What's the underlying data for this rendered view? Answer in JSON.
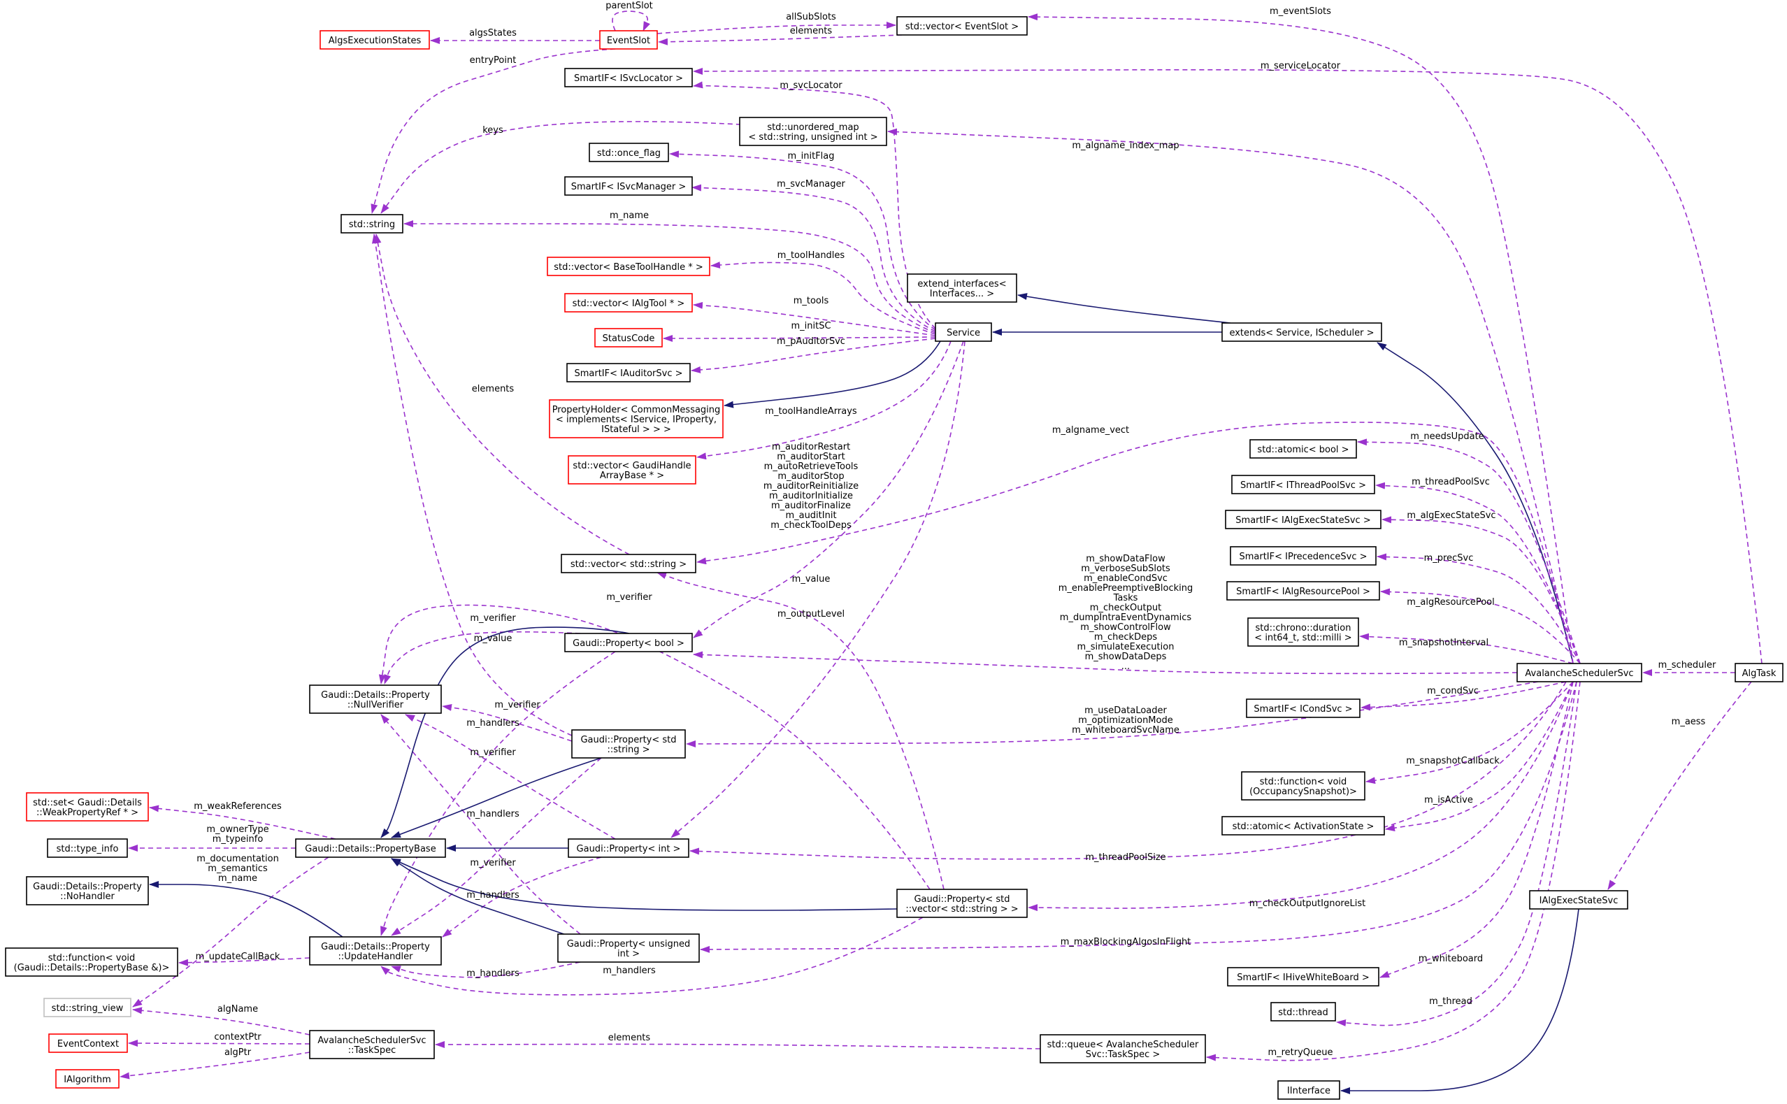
{
  "colors": {
    "inheritance": "#191970",
    "usage": "#9a32cd",
    "node_border_default": "#000000",
    "node_border_incomplete": "#ff0000",
    "node_border_external": "#bfbfbf",
    "highlight_fill": "#bfbfbf"
  },
  "nodes": [
    {
      "id": "algtask",
      "lines": [
        "AlgTask"
      ],
      "kind": "highlight"
    },
    {
      "id": "aess_svc",
      "lines": [
        "AvalancheSchedulerSvc"
      ],
      "kind": "normal"
    },
    {
      "id": "ialgexecstatesvc",
      "lines": [
        "IAlgExecStateSvc"
      ],
      "kind": "normal"
    },
    {
      "id": "iinterface",
      "lines": [
        "IInterface"
      ],
      "kind": "normal"
    },
    {
      "id": "extends",
      "lines": [
        "extends< Service, IScheduler >"
      ],
      "kind": "normal"
    },
    {
      "id": "service",
      "lines": [
        "Service"
      ],
      "kind": "normal"
    },
    {
      "id": "extend_interfaces",
      "lines": [
        "extend_interfaces<",
        "Interfaces... >"
      ],
      "kind": "normal"
    },
    {
      "id": "vec_eventslot",
      "lines": [
        "std::vector< EventSlot >"
      ],
      "kind": "normal"
    },
    {
      "id": "eventslot",
      "lines": [
        "EventSlot"
      ],
      "kind": "red"
    },
    {
      "id": "algsexecstates",
      "lines": [
        "AlgsExecutionStates"
      ],
      "kind": "red"
    },
    {
      "id": "smartif_svclocator",
      "lines": [
        "SmartIF< ISvcLocator >"
      ],
      "kind": "normal"
    },
    {
      "id": "unordered_map",
      "lines": [
        "std::unordered_map",
        "< std::string, unsigned int >"
      ],
      "kind": "normal"
    },
    {
      "id": "once_flag",
      "lines": [
        "std::once_flag"
      ],
      "kind": "normal"
    },
    {
      "id": "smartif_svcmanager",
      "lines": [
        "SmartIF< ISvcManager >"
      ],
      "kind": "normal"
    },
    {
      "id": "std_string",
      "lines": [
        "std::string"
      ],
      "kind": "normal"
    },
    {
      "id": "vec_basetoolhandle",
      "lines": [
        "std::vector< BaseToolHandle * >"
      ],
      "kind": "red"
    },
    {
      "id": "vec_ialgtool",
      "lines": [
        "std::vector< IAlgTool * >"
      ],
      "kind": "red"
    },
    {
      "id": "statuscode",
      "lines": [
        "StatusCode"
      ],
      "kind": "red"
    },
    {
      "id": "smartif_auditorsvc",
      "lines": [
        "SmartIF< IAuditorSvc >"
      ],
      "kind": "normal"
    },
    {
      "id": "propertyholder",
      "lines": [
        "PropertyHolder< CommonMessaging",
        "< implements< IService, IProperty,",
        "IStateful > > >"
      ],
      "kind": "red"
    },
    {
      "id": "vec_gaudihandle",
      "lines": [
        "std::vector< GaudiHandle",
        "ArrayBase * >"
      ],
      "kind": "red"
    },
    {
      "id": "vec_string",
      "lines": [
        "std::vector< std::string >"
      ],
      "kind": "normal"
    },
    {
      "id": "prop_bool",
      "lines": [
        "Gaudi::Property< bool >"
      ],
      "kind": "normal"
    },
    {
      "id": "nullverifier",
      "lines": [
        "Gaudi::Details::Property",
        "::NullVerifier"
      ],
      "kind": "normal"
    },
    {
      "id": "prop_string",
      "lines": [
        "Gaudi::Property< std",
        "::string >"
      ],
      "kind": "normal"
    },
    {
      "id": "set_weakref",
      "lines": [
        "std::set< Gaudi::Details",
        "::WeakPropertyRef * >"
      ],
      "kind": "red"
    },
    {
      "id": "type_info",
      "lines": [
        "std::type_info"
      ],
      "kind": "normal"
    },
    {
      "id": "propertybase",
      "lines": [
        "Gaudi::Details::PropertyBase"
      ],
      "kind": "normal"
    },
    {
      "id": "prop_int",
      "lines": [
        "Gaudi::Property< int >"
      ],
      "kind": "normal"
    },
    {
      "id": "nohandler",
      "lines": [
        "Gaudi::Details::Property",
        "::NoHandler"
      ],
      "kind": "normal"
    },
    {
      "id": "func_propbase",
      "lines": [
        "std::function< void",
        "(Gaudi::Details::PropertyBase &)>"
      ],
      "kind": "normal"
    },
    {
      "id": "updatehandler",
      "lines": [
        "Gaudi::Details::Property",
        "::UpdateHandler"
      ],
      "kind": "normal"
    },
    {
      "id": "prop_vecstring",
      "lines": [
        "Gaudi::Property< std",
        "::vector< std::string > >"
      ],
      "kind": "normal"
    },
    {
      "id": "prop_uint",
      "lines": [
        "Gaudi::Property< unsigned",
        "int >"
      ],
      "kind": "normal"
    },
    {
      "id": "string_view",
      "lines": [
        "std::string_view"
      ],
      "kind": "external"
    },
    {
      "id": "eventcontext",
      "lines": [
        "EventContext"
      ],
      "kind": "red"
    },
    {
      "id": "ialgorithm",
      "lines": [
        "IAlgorithm"
      ],
      "kind": "red"
    },
    {
      "id": "taskspec",
      "lines": [
        "AvalancheSchedulerSvc",
        "::TaskSpec"
      ],
      "kind": "normal"
    },
    {
      "id": "queue_taskspec",
      "lines": [
        "std::queue< AvalancheScheduler",
        "Svc::TaskSpec >"
      ],
      "kind": "normal"
    },
    {
      "id": "atomic_bool",
      "lines": [
        "std::atomic< bool >"
      ],
      "kind": "normal"
    },
    {
      "id": "smartif_threadpool",
      "lines": [
        "SmartIF< IThreadPoolSvc >"
      ],
      "kind": "normal"
    },
    {
      "id": "smartif_algexecstate",
      "lines": [
        "SmartIF< IAlgExecStateSvc >"
      ],
      "kind": "normal"
    },
    {
      "id": "smartif_precedence",
      "lines": [
        "SmartIF< IPrecedenceSvc >"
      ],
      "kind": "normal"
    },
    {
      "id": "smartif_algresource",
      "lines": [
        "SmartIF< IAlgResourcePool >"
      ],
      "kind": "normal"
    },
    {
      "id": "duration",
      "lines": [
        "std::chrono::duration",
        "< int64_t, std::milli >"
      ],
      "kind": "normal"
    },
    {
      "id": "smartif_cond",
      "lines": [
        "SmartIF< ICondSvc >"
      ],
      "kind": "normal"
    },
    {
      "id": "func_occupancy",
      "lines": [
        "std::function< void",
        "(OccupancySnapshot)>"
      ],
      "kind": "normal"
    },
    {
      "id": "atomic_activation",
      "lines": [
        "std::atomic< ActivationState >"
      ],
      "kind": "normal"
    },
    {
      "id": "smartif_whiteboard",
      "lines": [
        "SmartIF< IHiveWhiteBoard >"
      ],
      "kind": "normal"
    },
    {
      "id": "std_thread",
      "lines": [
        "std::thread"
      ],
      "kind": "normal"
    }
  ],
  "edges": [
    {
      "id": "e_algtask_scheduler",
      "type": "usage",
      "label": [
        "m_scheduler"
      ]
    },
    {
      "id": "e_algtask_aess",
      "type": "usage",
      "label": [
        "m_aess"
      ]
    },
    {
      "id": "e_iaess_iinterface",
      "type": "inheritance",
      "label": []
    },
    {
      "id": "e_svc_extends",
      "type": "inheritance",
      "label": []
    },
    {
      "id": "e_extends_service",
      "type": "inheritance",
      "label": []
    },
    {
      "id": "e_extends_extint",
      "type": "inheritance",
      "label": []
    },
    {
      "id": "e_service_propholder",
      "type": "inheritance",
      "label": []
    },
    {
      "id": "e_eventslots",
      "type": "usage",
      "label": [
        "m_eventSlots"
      ]
    },
    {
      "id": "e_servicelocator",
      "type": "usage",
      "label": [
        "m_serviceLocator"
      ]
    },
    {
      "id": "e_algname_index",
      "type": "usage",
      "label": [
        "m_algname_index_map"
      ]
    },
    {
      "id": "e_needsupdate",
      "type": "usage",
      "label": [
        "m_needsUpdate"
      ]
    },
    {
      "id": "e_threadpoolsvc",
      "type": "usage",
      "label": [
        "m_threadPoolSvc"
      ]
    },
    {
      "id": "e_algexecstatesvc",
      "type": "usage",
      "label": [
        "m_algExecStateSvc"
      ]
    },
    {
      "id": "e_precsvc",
      "type": "usage",
      "label": [
        "m_precSvc"
      ]
    },
    {
      "id": "e_algresourcepool",
      "type": "usage",
      "label": [
        "m_algResourcePool"
      ]
    },
    {
      "id": "e_snapshotinterval",
      "type": "usage",
      "label": [
        "m_snapshotInterval"
      ]
    },
    {
      "id": "e_condsvc",
      "type": "usage",
      "label": [
        "m_condSvc"
      ]
    },
    {
      "id": "e_snapshotcallback",
      "type": "usage",
      "label": [
        "m_snapshotCallback"
      ]
    },
    {
      "id": "e_isactive",
      "type": "usage",
      "label": [
        "m_isActive"
      ]
    },
    {
      "id": "e_whiteboard",
      "type": "usage",
      "label": [
        "m_whiteboard"
      ]
    },
    {
      "id": "e_thread",
      "type": "usage",
      "label": [
        "m_thread"
      ]
    },
    {
      "id": "e_retryqueue",
      "type": "usage",
      "label": [
        "m_retryQueue"
      ]
    },
    {
      "id": "e_algname_vect",
      "type": "usage",
      "label": [
        "m_algname_vect"
      ]
    },
    {
      "id": "e_aess_propbool",
      "type": "usage",
      "label": [
        "m_showDataFlow",
        "m_verboseSubSlots",
        "m_enableCondSvc",
        "m_enablePreemptiveBlocking",
        "Tasks",
        "m_checkOutput",
        "m_dumpIntraEventDynamics",
        "m_showControlFlow",
        "m_checkDeps",
        "m_simulateExecution",
        "m_showDataDeps",
        "..."
      ]
    },
    {
      "id": "e_aess_propstring",
      "type": "usage",
      "label": [
        "m_useDataLoader",
        "m_optimizationMode",
        "m_whiteboardSvcName"
      ]
    },
    {
      "id": "e_threadpoolsize",
      "type": "usage",
      "label": [
        "m_threadPoolSize"
      ]
    },
    {
      "id": "e_checkoutputignore",
      "type": "usage",
      "label": [
        "m_checkOutputIgnoreList"
      ]
    },
    {
      "id": "e_maxblocking",
      "type": "usage",
      "label": [
        "m_maxBlockingAlgosInFlight"
      ]
    },
    {
      "id": "e_allsubslots",
      "type": "usage",
      "label": [
        "allSubSlots"
      ]
    },
    {
      "id": "e_elements_slot",
      "type": "usage",
      "label": [
        "elements"
      ]
    },
    {
      "id": "e_parentslot",
      "type": "usage",
      "label": [
        "parentSlot"
      ]
    },
    {
      "id": "e_algsstates",
      "type": "usage",
      "label": [
        "algsStates"
      ]
    },
    {
      "id": "e_entrypoint",
      "type": "usage",
      "label": [
        "entryPoint"
      ]
    },
    {
      "id": "e_keys",
      "type": "usage",
      "label": [
        "keys"
      ]
    },
    {
      "id": "e_svclocator",
      "type": "usage",
      "label": [
        "m_svcLocator"
      ]
    },
    {
      "id": "e_initflag",
      "type": "usage",
      "label": [
        "m_initFlag"
      ]
    },
    {
      "id": "e_svcmanager",
      "type": "usage",
      "label": [
        "m_svcManager"
      ]
    },
    {
      "id": "e_name",
      "type": "usage",
      "label": [
        "m_name"
      ]
    },
    {
      "id": "e_toolhandles",
      "type": "usage",
      "label": [
        "m_toolHandles"
      ]
    },
    {
      "id": "e_tools",
      "type": "usage",
      "label": [
        "m_tools"
      ]
    },
    {
      "id": "e_initsc",
      "type": "usage",
      "label": [
        "m_initSC"
      ]
    },
    {
      "id": "e_pauditorsvc",
      "type": "usage",
      "label": [
        "m_pAuditorSvc"
      ]
    },
    {
      "id": "e_toolhandlearrays",
      "type": "usage",
      "label": [
        "m_toolHandleArrays"
      ]
    },
    {
      "id": "e_service_propbool",
      "type": "usage",
      "label": [
        "m_auditorRestart",
        "m_auditorStart",
        "m_autoRetrieveTools",
        "m_auditorStop",
        "m_auditorReinitialize",
        "m_auditorInitialize",
        "m_auditorFinalize",
        "m_auditInit",
        "m_checkToolDeps"
      ]
    },
    {
      "id": "e_outputlevel",
      "type": "usage",
      "label": [
        "m_outputLevel"
      ]
    },
    {
      "id": "e_elements_vecstring",
      "type": "usage",
      "label": [
        "elements"
      ]
    },
    {
      "id": "e_value_vecstring",
      "type": "usage",
      "label": [
        "m_value"
      ]
    },
    {
      "id": "e_verifier_bool",
      "type": "usage",
      "label": [
        "m_verifier"
      ]
    },
    {
      "id": "e_verifier_vecstring",
      "type": "usage",
      "label": [
        "m_verifier"
      ]
    },
    {
      "id": "e_value_string",
      "type": "usage",
      "label": [
        "m_value"
      ]
    },
    {
      "id": "e_verifier_string",
      "type": "usage",
      "label": [
        "m_verifier"
      ]
    },
    {
      "id": "e_verifier_int",
      "type": "usage",
      "label": [
        "m_verifier"
      ]
    },
    {
      "id": "e_verifier_uint",
      "type": "usage",
      "label": [
        "m_verifier"
      ]
    },
    {
      "id": "e_handlers_bool",
      "type": "usage",
      "label": [
        "m_handlers"
      ]
    },
    {
      "id": "e_handlers_string",
      "type": "usage",
      "label": [
        "m_handlers"
      ]
    },
    {
      "id": "e_handlers_int",
      "type": "usage",
      "label": [
        "m_handlers"
      ]
    },
    {
      "id": "e_handlers_uint",
      "type": "usage",
      "label": [
        "m_handlers"
      ]
    },
    {
      "id": "e_handlers_vecstring",
      "type": "usage",
      "label": [
        "m_handlers"
      ]
    },
    {
      "id": "e_pb_bool",
      "type": "inheritance",
      "label": []
    },
    {
      "id": "e_pb_string",
      "type": "inheritance",
      "label": []
    },
    {
      "id": "e_pb_int",
      "type": "inheritance",
      "label": []
    },
    {
      "id": "e_pb_vecstring",
      "type": "inheritance",
      "label": []
    },
    {
      "id": "e_pb_uint",
      "type": "inheritance",
      "label": []
    },
    {
      "id": "e_weakreferences",
      "type": "usage",
      "label": [
        "m_weakReferences"
      ]
    },
    {
      "id": "e_ownertype",
      "type": "usage",
      "label": [
        "m_ownerType",
        "m_typeinfo"
      ]
    },
    {
      "id": "e_documentation",
      "type": "usage",
      "label": [
        "m_documentation",
        "m_semantics",
        "m_name"
      ]
    },
    {
      "id": "e_nohandler",
      "type": "inheritance",
      "label": []
    },
    {
      "id": "e_updatecallback",
      "type": "usage",
      "label": [
        "m_updateCallBack"
      ]
    },
    {
      "id": "e_algname",
      "type": "usage",
      "label": [
        "algName"
      ]
    },
    {
      "id": "e_contextptr",
      "type": "usage",
      "label": [
        "contextPtr"
      ]
    },
    {
      "id": "e_algptr",
      "type": "usage",
      "label": [
        "algPtr"
      ]
    },
    {
      "id": "e_elements_queue",
      "type": "usage",
      "label": [
        "elements"
      ]
    }
  ]
}
